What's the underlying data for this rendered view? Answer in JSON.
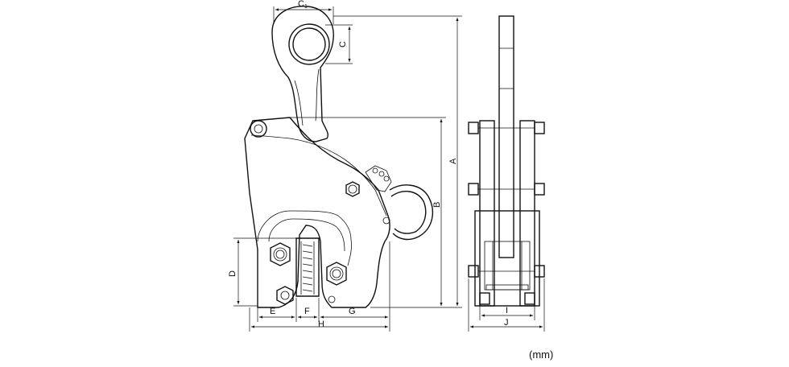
{
  "labels": {
    "c1": "C",
    "c1_sub": "1",
    "c": "C",
    "a": "A",
    "b": "B",
    "d": "D",
    "e": "E",
    "f": "F",
    "g": "G",
    "h": "H",
    "i": "I",
    "j": "J"
  },
  "unit": "(mm)"
}
